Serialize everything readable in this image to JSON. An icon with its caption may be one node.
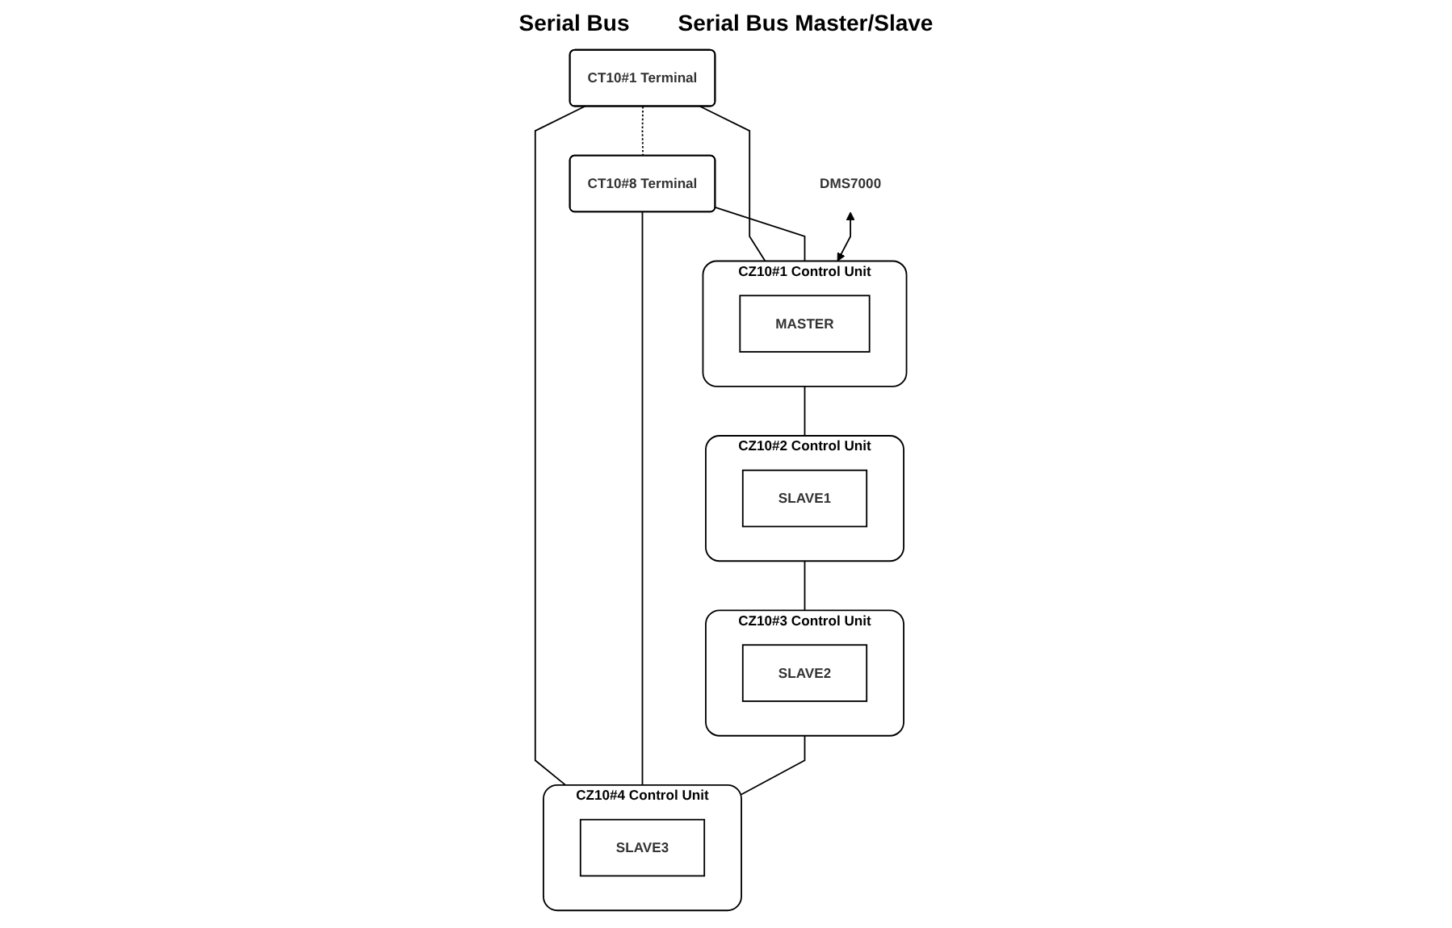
{
  "diagram": {
    "nodes": [
      {
        "text": [
          "CT10#1 Terminal"
        ]
      },
      {
        "text": [
          "CT10#8 Terminal"
        ]
      },
      {
        "text": [
          "CZ10#1 Control Unit"
        ]
      },
      {
        "text": [
          "MASTER"
        ],
        "in": 2
      },
      {
        "text": [
          "CZ10#2 Control Unit"
        ]
      },
      {
        "text": [
          "SLAVE1"
        ],
        "in": 4
      },
      {
        "text": [
          "CZ10#3 Control Unit"
        ]
      },
      {
        "text": [
          "SLAVE2"
        ],
        "in": 6
      },
      {
        "text": [
          "CZ10#4 Control Unit"
        ]
      },
      {
        "text": [
          "SLAVE3"
        ],
        "in": 8
      },
      {
        "text": [
          "DMS7000"
        ]
      }
    ],
    "edges": [
      {
        "from": 0,
        "to": 1,
        "arrow": "none",
        "style": "dashed"
      },
      {
        "from": 0,
        "to": 2,
        "arrow": "none"
      },
      {
        "from": 0,
        "to": 8,
        "arrow": "none"
      },
      {
        "from": 1,
        "to": 2,
        "arrow": "none"
      },
      {
        "from": 1,
        "to": 8,
        "arrow": "none"
      },
      {
        "from": 10,
        "to": 2,
        "arrow": "both"
      },
      {
        "from": 2,
        "to": 4,
        "arrow": "none"
      },
      {
        "from": 4,
        "to": 6,
        "arrow": "none"
      },
      {
        "from": 6,
        "to": 8,
        "arrow": "none"
      }
    ],
    "labels": [
      "Serial Bus",
      "Serial Bus Master/Slave"
    ]
  }
}
